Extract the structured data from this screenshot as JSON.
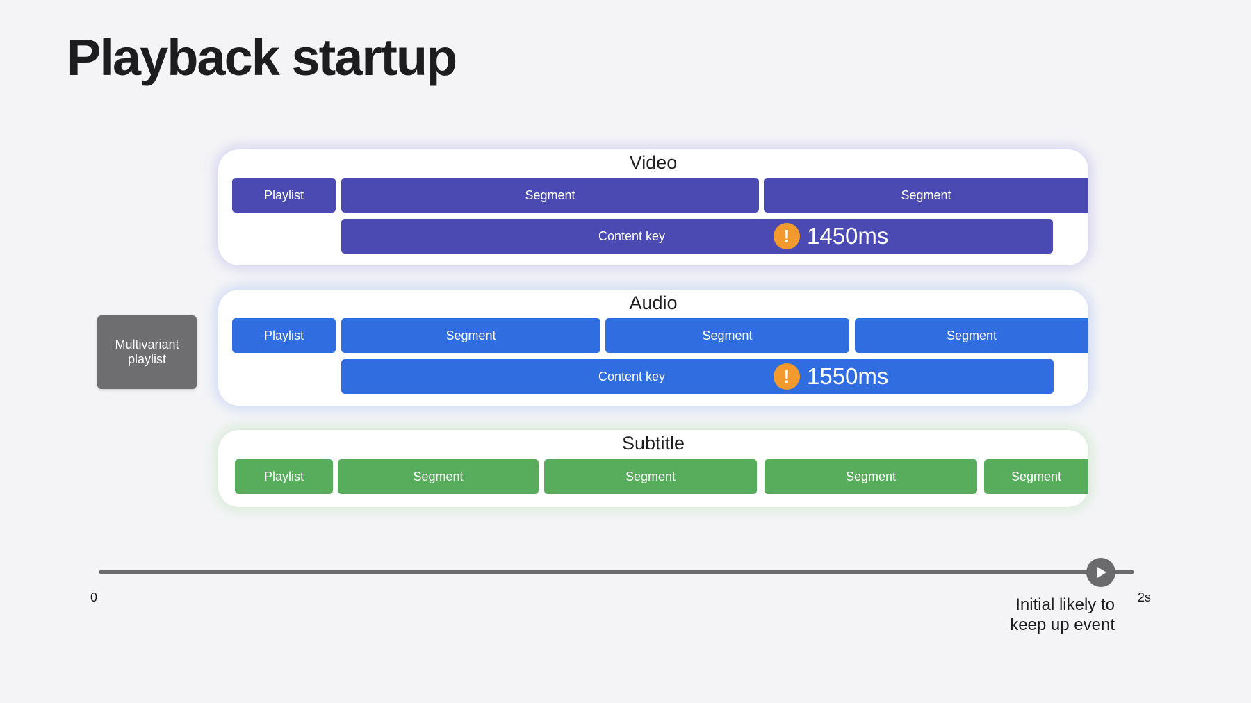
{
  "title": "Playback startup",
  "multivariant": {
    "label_line1": "Multivariant",
    "label_line2": "playlist"
  },
  "video": {
    "label": "Video",
    "playlist": "Playlist",
    "segments": [
      "Segment",
      "Segment"
    ],
    "content_key": "Content key",
    "alert_symbol": "!",
    "duration": "1450ms",
    "color": "#4b4ab2"
  },
  "audio": {
    "label": "Audio",
    "playlist": "Playlist",
    "segments": [
      "Segment",
      "Segment",
      "Segment"
    ],
    "content_key": "Content key",
    "alert_symbol": "!",
    "duration": "1550ms",
    "color": "#2f6de0"
  },
  "subtitle": {
    "label": "Subtitle",
    "playlist": "Playlist",
    "segments": [
      "Segment",
      "Segment",
      "Segment",
      "Segment"
    ],
    "color": "#58ad5c"
  },
  "timeline": {
    "start": "0",
    "end": "2s",
    "event_line1": "Initial likely to",
    "event_line2": "keep up event"
  },
  "alert_color": "#f29a2e"
}
